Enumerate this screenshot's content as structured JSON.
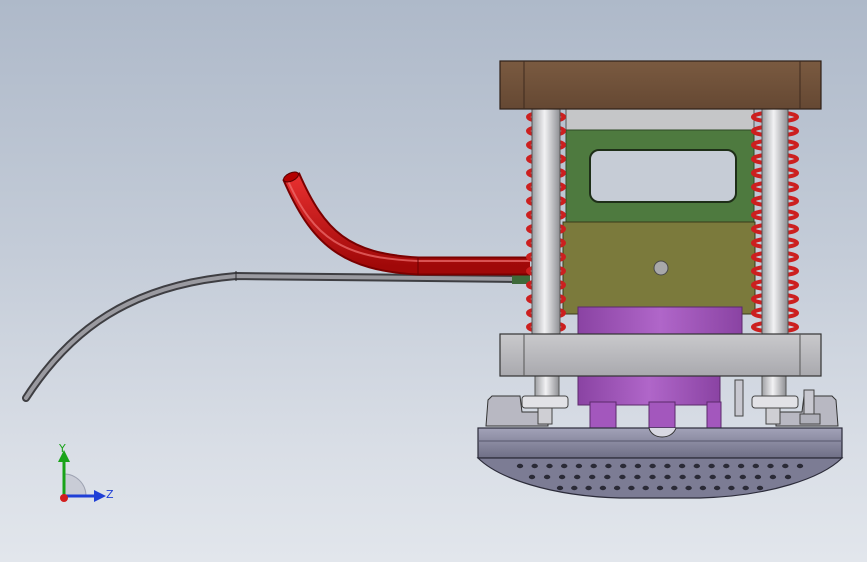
{
  "view": {
    "background_top": "#aeb9c9",
    "background_bottom": "#e2e6ec"
  },
  "model": {
    "parts": [
      {
        "name": "top-plate",
        "color": "#71523b"
      },
      {
        "name": "upper-block",
        "color": "#bfc0c2"
      },
      {
        "name": "window-block",
        "color": "#4e7a3f"
      },
      {
        "name": "middle-block",
        "color": "#7b7a3c"
      },
      {
        "name": "purple-piston",
        "color": "#9b4fb3"
      },
      {
        "name": "lower-plate",
        "color": "#b9b9bd"
      },
      {
        "name": "springs",
        "color": "#cc1f1f"
      },
      {
        "name": "guide-rods",
        "color": "#d6d6d8"
      },
      {
        "name": "perforated-disc",
        "color": "#8a8aa2"
      },
      {
        "name": "red-hose",
        "color": "#cc1010"
      },
      {
        "name": "grey-cable",
        "color": "#6c6c70"
      }
    ]
  },
  "triad": {
    "y_label": "Y",
    "z_label": "Z",
    "y_color": "#19a319",
    "z_color": "#1f3fd6",
    "x_color": "#d21e1e"
  }
}
